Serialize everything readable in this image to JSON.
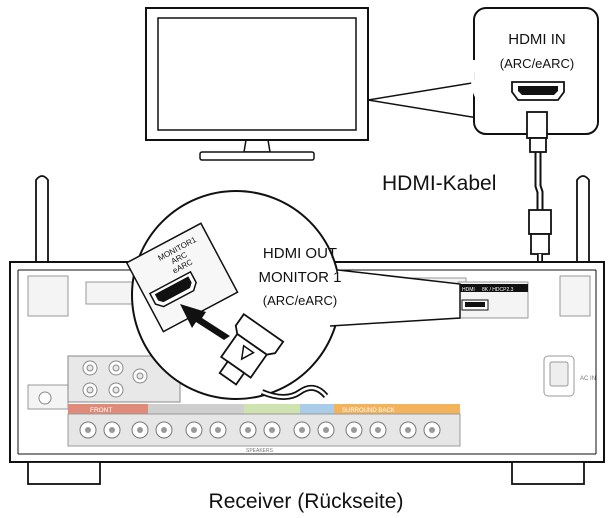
{
  "callout_tv": {
    "line1": "HDMI IN",
    "line2": "(ARC/eARC)"
  },
  "cable_label": "HDMI-Kabel",
  "callout_receiver": {
    "line1": "HDMI OUT",
    "line2": "MONITOR 1",
    "line3": "(ARC/eARC)",
    "jack_text": [
      "MONITOR1",
      "ARC",
      "eARC"
    ]
  },
  "receiver_caption": "Receiver (Rückseite)",
  "panel_labels": {
    "front": "FRONT",
    "surround_back": "SURROUND BACK",
    "speakers": "SPEAKERS",
    "ac_in": "AC IN",
    "hdmi_strip": "HDMI",
    "hdmi_spec": "8K / HDCP2.3"
  },
  "colors": {
    "front_red": "#e08a7a",
    "surround_orange": "#f2b35a",
    "center_green": "#cfe3b0",
    "surround_blue": "#a9cde8"
  }
}
